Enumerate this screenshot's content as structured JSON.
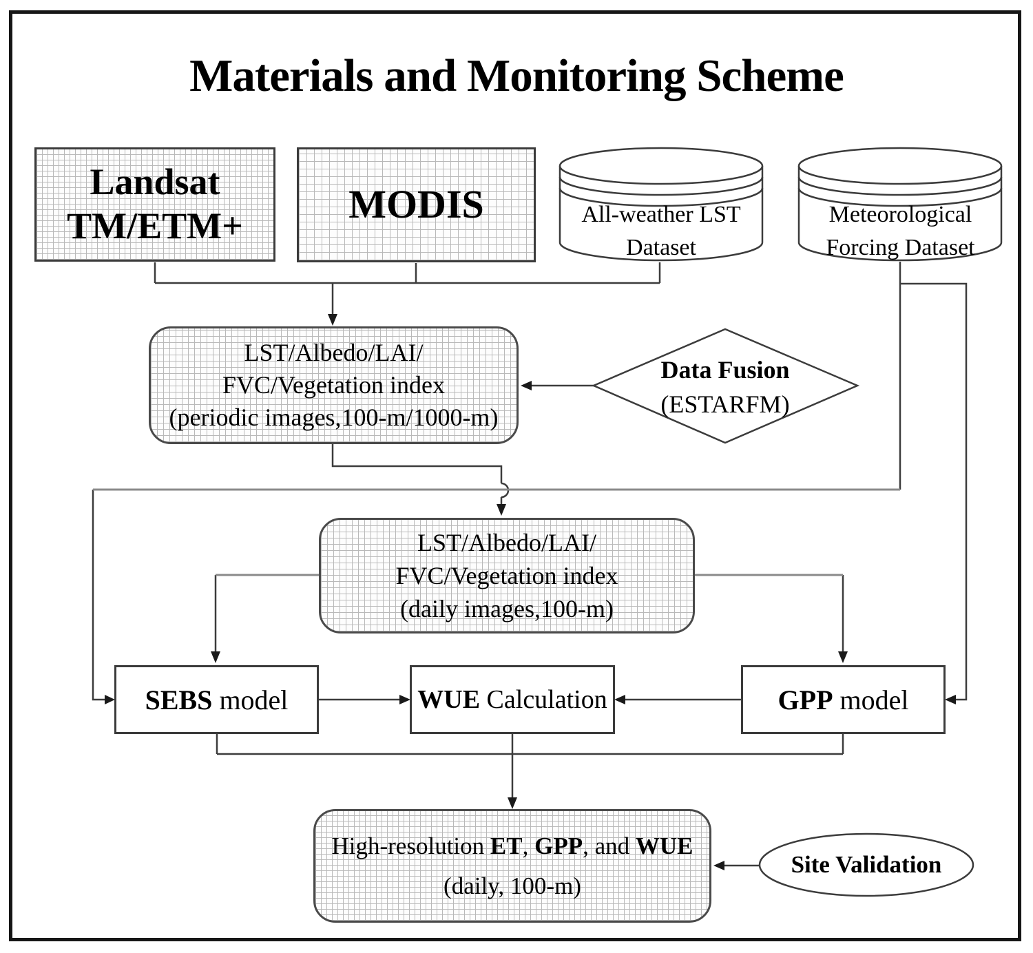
{
  "title": "Materials and Monitoring Scheme",
  "sources": {
    "landsat": {
      "line1": "Landsat",
      "line2": "TM/ETM+"
    },
    "modis": {
      "label": "MODIS"
    },
    "lst_dataset": {
      "line1": "All-weather LST",
      "line2": "Dataset"
    },
    "met_dataset": {
      "line1": "Meteorological",
      "line2": "Forcing Dataset"
    }
  },
  "periodic_box": {
    "line1": "LST/Albedo/LAI/",
    "line2": "FVC/Vegetation index",
    "line3": "(periodic images,100-m/1000-m)"
  },
  "fusion_diamond": {
    "line1": "Data Fusion",
    "line2": "(ESTARFM)"
  },
  "daily_box": {
    "line1": "LST/Albedo/LAI/",
    "line2": "FVC/Vegetation index",
    "line3": "(daily images,100-m)"
  },
  "models": {
    "sebs": {
      "bold": "SEBS",
      "rest": " model"
    },
    "wue": {
      "bold": "WUE",
      "rest": " Calculation"
    },
    "gpp": {
      "bold": "GPP",
      "rest": " model"
    }
  },
  "output_box": {
    "pre": "High-resolution ",
    "et": "ET",
    "sep1": ", ",
    "gpp": "GPP",
    "sep2": ", and ",
    "wue": "WUE",
    "line2": "(daily, 100-m)"
  },
  "validation": {
    "label": "Site Validation"
  },
  "colors": {
    "line": "#3c3c3c",
    "bus_line": "#8a8a8a",
    "arrow": "#1a1a1a",
    "hatch": "#b9b9b9",
    "node_border": "#3b3b3b",
    "text": "#000000",
    "background": "#ffffff"
  }
}
